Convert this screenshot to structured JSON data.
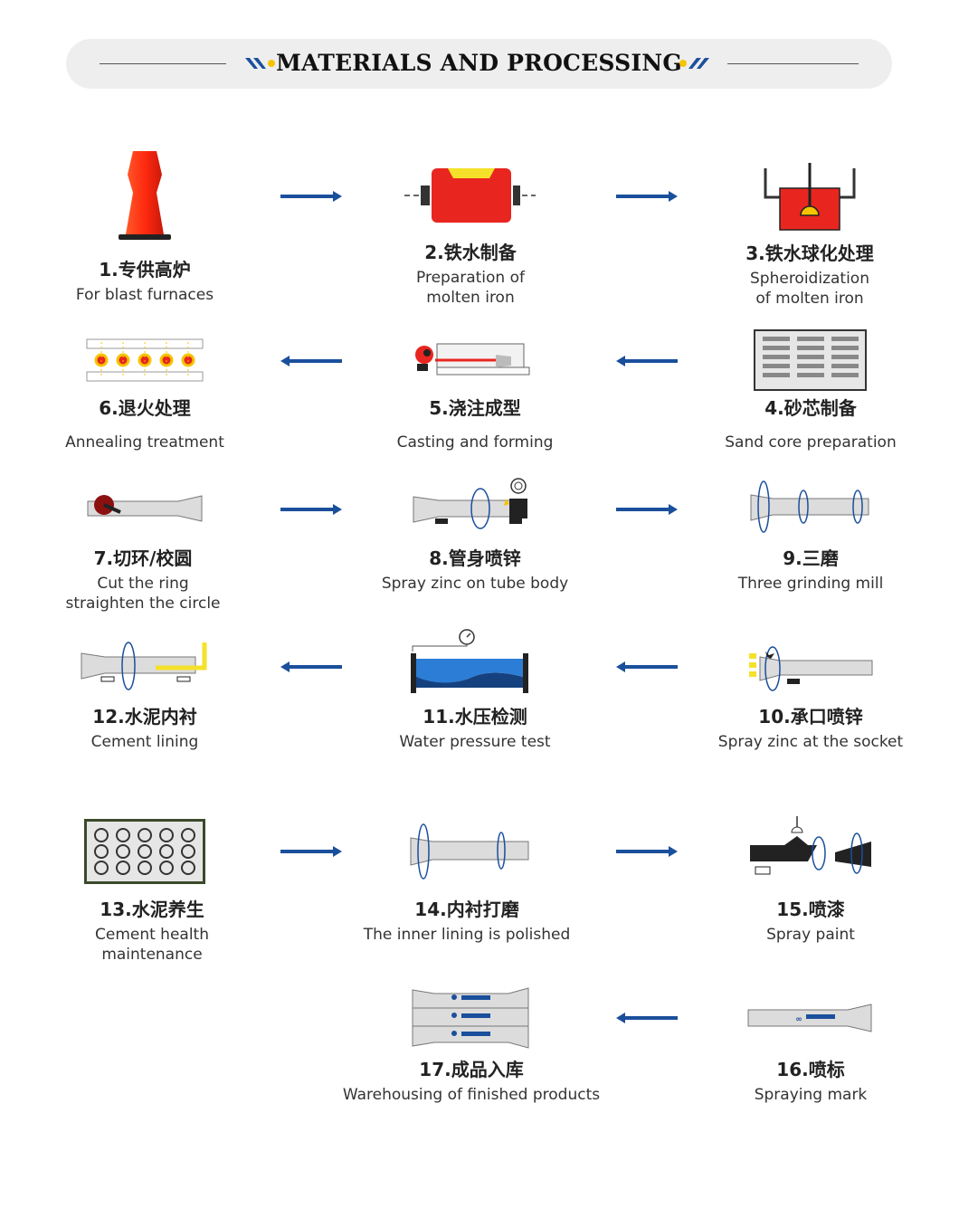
{
  "header": {
    "title": "MATERIALS AND PROCESSING"
  },
  "colors": {
    "arrow": "#1a4f9c",
    "accent_yellow": "#f5c400",
    "red": "#e8261f"
  },
  "steps": [
    {
      "num": "1.专供高炉",
      "en": "For blast furnaces",
      "icon": "blast-furnace-icon"
    },
    {
      "num": "2.铁水制备",
      "en": "Preparation of\nmolten iron",
      "icon": "ladle-icon"
    },
    {
      "num": "3.铁水球化处理",
      "en": "Spheroidization\nof molten iron",
      "icon": "spheroidization-icon"
    },
    {
      "num": "4.砂芯制备",
      "en": "Sand core preparation",
      "icon": "sand-core-icon"
    },
    {
      "num": "5.浇注成型",
      "en": "Casting and forming",
      "icon": "casting-machine-icon"
    },
    {
      "num": "6.退火处理",
      "en": "Annealing treatment",
      "icon": "annealing-icon"
    },
    {
      "num": "7.切环/校圆",
      "en": "Cut the ring\nstraighten the circle",
      "icon": "cut-ring-icon"
    },
    {
      "num": "8.管身喷锌",
      "en": "Spray zinc on tube body",
      "icon": "zinc-spray-icon"
    },
    {
      "num": "9.三磨",
      "en": "Three grinding mill",
      "icon": "grinding-icon"
    },
    {
      "num": "10.承口喷锌",
      "en": "Spray zinc at the socket",
      "icon": "socket-zinc-icon"
    },
    {
      "num": "11.水压检测",
      "en": "Water pressure test",
      "icon": "pressure-test-icon"
    },
    {
      "num": "12.水泥内衬",
      "en": "Cement lining",
      "icon": "cement-lining-icon"
    },
    {
      "num": "13.水泥养生",
      "en": "Cement health\nmaintenance",
      "icon": "cement-curing-icon"
    },
    {
      "num": "14.内衬打磨",
      "en": "The inner lining is polished",
      "icon": "lining-polish-icon"
    },
    {
      "num": "15.喷漆",
      "en": "Spray paint",
      "icon": "spray-paint-icon"
    },
    {
      "num": "16.喷标",
      "en": "Spraying mark",
      "icon": "spray-mark-icon"
    },
    {
      "num": "17.成品入库",
      "en": "Warehousing of finished products",
      "icon": "warehouse-icon"
    }
  ]
}
